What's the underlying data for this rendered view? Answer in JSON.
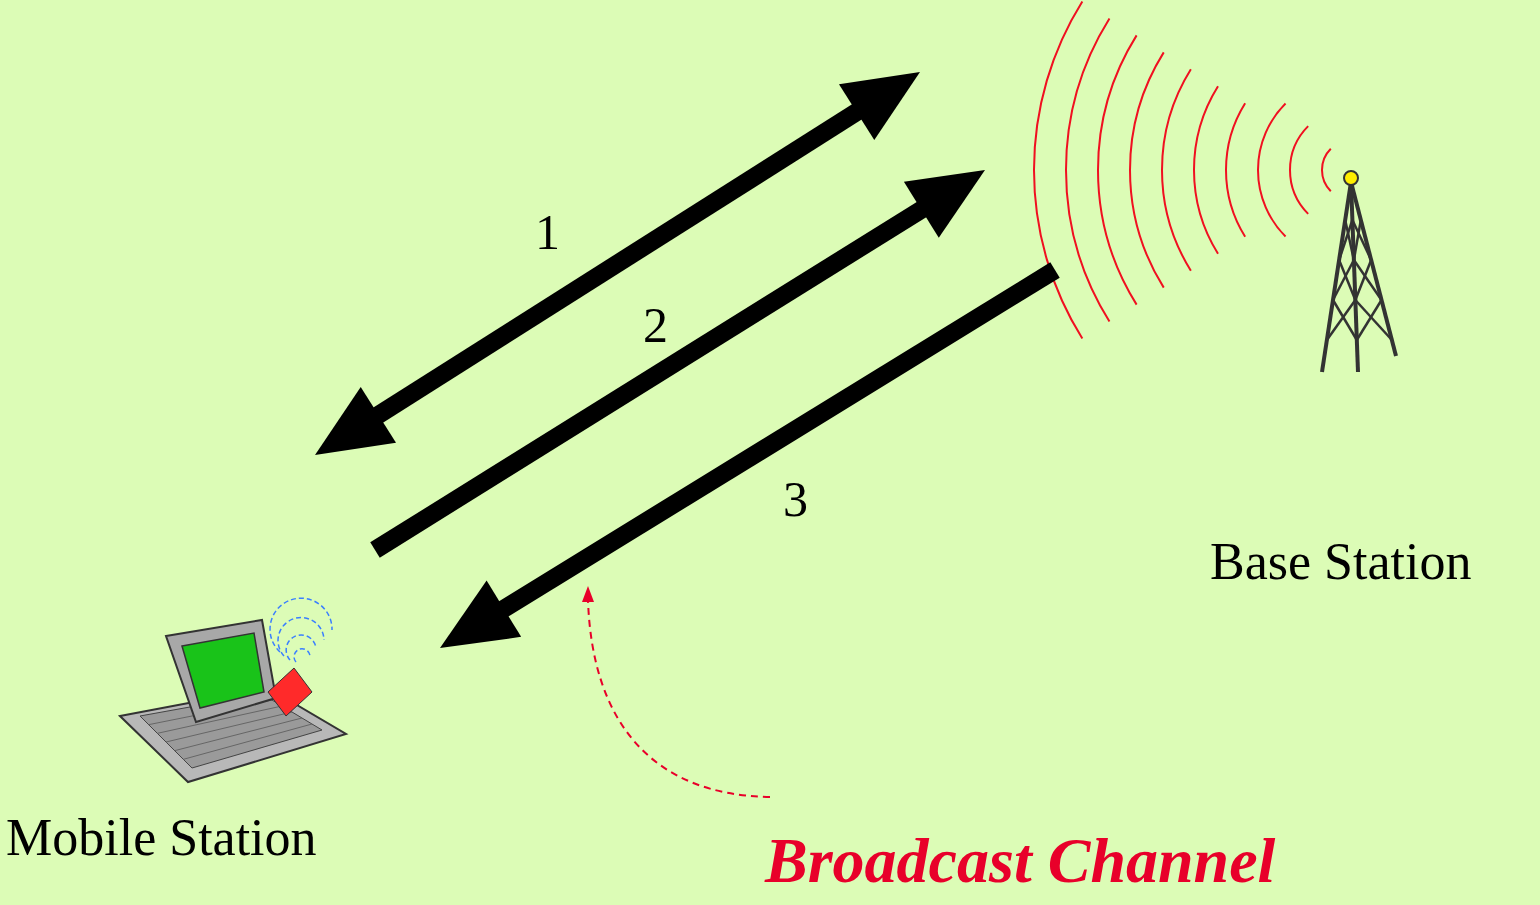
{
  "diagram": {
    "nodes": [
      {
        "text": [
          "Mobile Station"
        ]
      },
      {
        "text": [
          "Base Station"
        ]
      }
    ],
    "edges": [
      {
        "from": 0,
        "to": 1,
        "arrow": "both",
        "label": "1"
      },
      {
        "from": 0,
        "to": 1,
        "arrow": "to",
        "label": "2"
      },
      {
        "from": 1,
        "to": 0,
        "arrow": "to",
        "label": "3"
      }
    ],
    "labels": [
      "Broadcast Channel"
    ]
  }
}
